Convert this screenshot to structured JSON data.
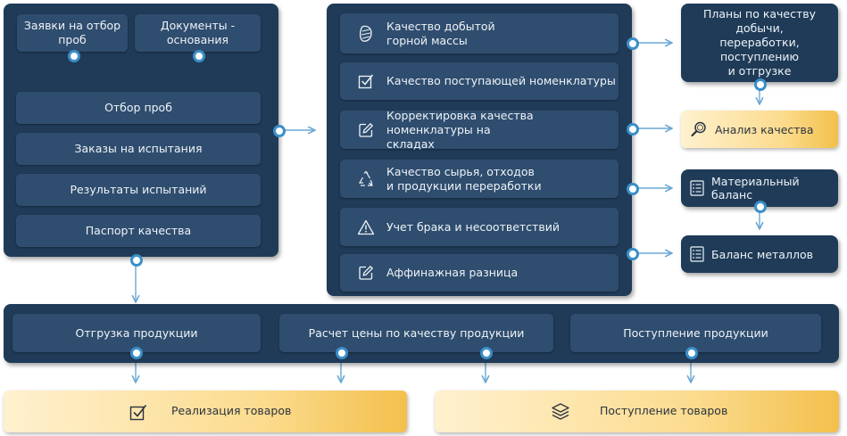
{
  "left_panel": {
    "top_tiles": [
      "Заявки на отбор\nпроб",
      "Документы -\nоснования"
    ],
    "rows": [
      "Отбор проб",
      "Заказы на испытания",
      "Результаты испытаний",
      "Паспорт качества"
    ]
  },
  "middle_panel": {
    "rows": [
      {
        "label": "Качество добытой\nгорной массы",
        "icon": "ore-icon"
      },
      {
        "label": "Качество поступающей номенклатуры",
        "icon": "checkbox-icon"
      },
      {
        "label": "Корректировка качества номенклатуры на\nскладах",
        "icon": "pencil-icon"
      },
      {
        "label": "Качество сырья, отходов\nи продукции переработки",
        "icon": "recycle-icon"
      },
      {
        "label": "Учет брака и несоответствий",
        "icon": "warning-icon"
      },
      {
        "label": "Аффинажная разница",
        "icon": "pencil-icon"
      }
    ]
  },
  "right_column": {
    "plans": "Планы по качеству добычи,\nпереработки,\nпоступлению\nи отгрузке",
    "analysis": {
      "label": "Анализ качества",
      "icon": "magnifier-icon"
    },
    "material_balance": {
      "label": "Материальный баланс",
      "icon": "list-icon"
    },
    "metals_balance": {
      "label": "Баланс металлов",
      "icon": "list-icon"
    }
  },
  "bottom_panel": {
    "tiles": [
      "Отгрузка продукции",
      "Расчет цены по качеству продукции",
      "Поступление продукции"
    ]
  },
  "outputs": {
    "sales": {
      "label": "Реализация товаров",
      "icon": "checkbox-icon"
    },
    "receipt": {
      "label": "Поступление товаров",
      "icon": "layers-icon"
    }
  },
  "colors": {
    "panel": "#1f3b58",
    "tile": "#2f4d6e",
    "accent": "#3a8fc9",
    "gold": "#f3c04c"
  }
}
